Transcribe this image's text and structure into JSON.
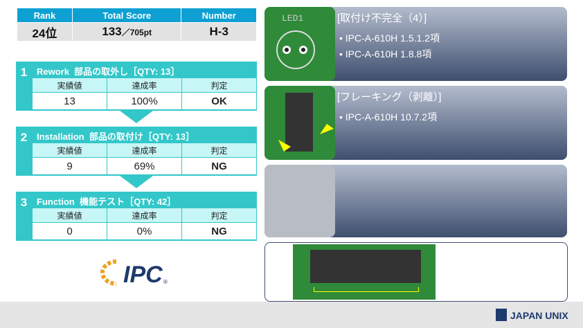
{
  "summary": {
    "headers": [
      "Rank",
      "Total Score",
      "Number"
    ],
    "rank": "24位",
    "score": "133",
    "score_total": "／705pt",
    "number": "H-3"
  },
  "sections": [
    {
      "num": "1",
      "title": "Rework  部品の取外し［QTY: 13］",
      "cols": [
        "実績値",
        "達成率",
        "判定"
      ],
      "value": "13",
      "rate": "100%",
      "result": "OK"
    },
    {
      "num": "2",
      "title": "Installation  部品の取付け［QTY: 13］",
      "cols": [
        "実績値",
        "達成率",
        "判定"
      ],
      "value": "9",
      "rate": "69%",
      "result": "NG"
    },
    {
      "num": "3",
      "title": "Function  機能テスト［QTY: 42］",
      "cols": [
        "実績値",
        "達成率",
        "判定"
      ],
      "value": "0",
      "rate": "0%",
      "result": "NG"
    }
  ],
  "cards": [
    {
      "title": "[取付け不完全（4）]",
      "items": [
        "IPC-A-610H 1.5.1.2項",
        "IPC-A-610H 1.8.8項"
      ],
      "photo_label": "LED1"
    },
    {
      "title": "[フレーキング（剥離）]",
      "items": [
        "IPC-A-610H 10.7.2項"
      ]
    }
  ],
  "logos": {
    "ipc": "IPC",
    "company": "JAPAN UNIX"
  },
  "colors": {
    "header_blue": "#0ea0d2",
    "teal": "#33c7c9",
    "ok": "#1a7ac8",
    "ng": "#f01010"
  }
}
